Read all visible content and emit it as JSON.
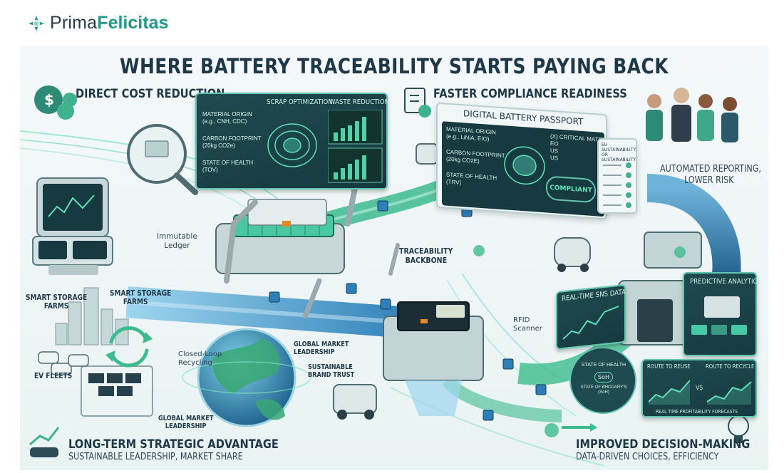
{
  "brand": {
    "name_part1": "Prima",
    "name_part2": "Felicitas"
  },
  "title": "WHERE BATTERY TRACEABILITY STARTS PAYING BACK",
  "sections": {
    "direct_cost": {
      "heading": "DIRECT COST REDUCTION"
    },
    "compliance": {
      "heading": "FASTER COMPLIANCE READINESS",
      "sub_line1": "AUTOMATED REPORTING,",
      "sub_line2": "LOWER RISK"
    },
    "strategic": {
      "heading": "LONG-TERM STRATEGIC ADVANTAGE",
      "sub": "SUSTAINABLE LEADERSHIP, MARKET SHARE"
    },
    "decision": {
      "heading": "IMPROVED DECISION-MAKING",
      "sub": "DATA-DRIVEN CHOICES, EFFICIENCY"
    }
  },
  "panel_cost": {
    "scrap": "SCRAP OPTIMIZATION",
    "waste": "WASTE REDUCTION",
    "rows": [
      {
        "l1": "MATERIAL ORIGIN",
        "l2": "(e.g., CNH, CDC)"
      },
      {
        "l1": "CARBON FOOTPRINT",
        "l2": "(20kg CO2e)"
      },
      {
        "l1": "STATE OF HEALTH",
        "l2": "(TOV)"
      }
    ]
  },
  "passport": {
    "title": "DIGITAL BATTERY PASSPORT",
    "rows": [
      {
        "l1": "MATERIAL ORIGIN",
        "l2": "(e.g., LiNiA, EIO)"
      },
      {
        "l1": "CARBON FOOTPRINT",
        "l2": "(20kg CO2E)"
      },
      {
        "l1": "STATE OF HEALTH",
        "l2": "(TRV)"
      }
    ],
    "critical_title": "(X) CRITICAL MATERIALS",
    "critical_rows": [
      "EO",
      "US",
      "US"
    ],
    "compliant": "COMPLIANT",
    "checklist_title": "EU SUSTAINABILITY OR SUSTAINABILITY"
  },
  "labels": {
    "immutable_1": "Immutable",
    "immutable_2": "Ledger",
    "backbone_1": "TRACEABILITY",
    "backbone_2": "BACKBONE",
    "rfid_1": "RFID",
    "rfid_2": "Scanner",
    "smart_a1": "SMART STORAGE",
    "smart_a2": "FARMS",
    "smart_b1": "SMART STORAGE",
    "smart_b2": "FARMS",
    "ev": "EV FLEETS",
    "closed_1": "Closed-Loop",
    "closed_2": "Recycling",
    "gml_a1": "GLOBAL MARKET",
    "gml_a2": "LEADERSHIP",
    "sbt_1": "SUSTAINABLE",
    "sbt_2": "BRAND TRUST",
    "gml_b1": "GLOBAL MARKET",
    "gml_b2": "LEADERSHIP"
  },
  "realtime": {
    "title": "REAL-TIME SNS DATA"
  },
  "predictive": {
    "title": "PREDICTIVE ANALYTICS"
  },
  "soh": {
    "l1": "STATE OF HEALTH",
    "badge": "SoH",
    "l2": "STATE OF BHCOARY'S",
    "l3": "(SoH)"
  },
  "forecast": {
    "reuse": "ROUTE TO REUSE",
    "recycle": "ROUTE TO RECYCLE",
    "vs": "VS",
    "footer": "REAL TIME PROFITABILITY FORECASTS"
  },
  "colors": {
    "teal": "#1f9c88",
    "navy": "#1f3848",
    "pipe": "#2e7fb8",
    "green": "#3dbb8f"
  }
}
